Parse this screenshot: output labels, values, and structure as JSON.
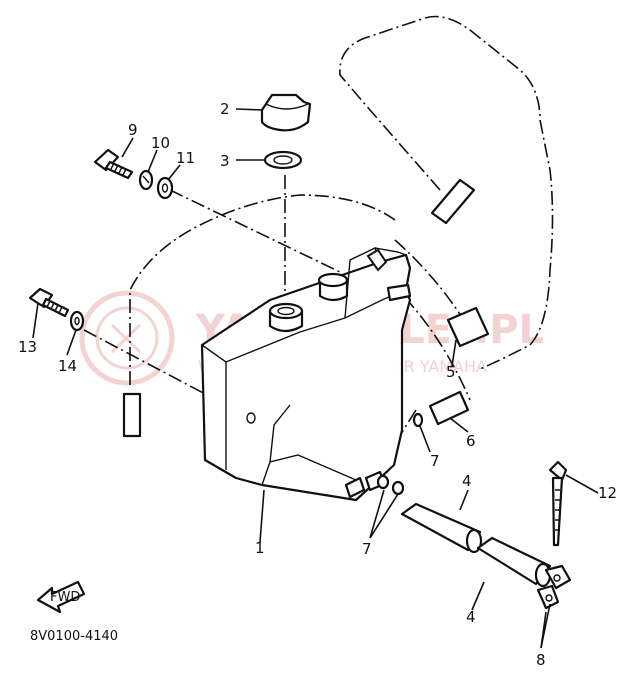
{
  "diagram": {
    "callouts": [
      "1",
      "2",
      "3",
      "4",
      "4",
      "5",
      "6",
      "7",
      "7",
      "8",
      "9",
      "10",
      "11",
      "12",
      "13",
      "14"
    ],
    "figure_code": "8V0100-4140",
    "fwd_label": "FWD"
  },
  "watermark": {
    "title": "YAMA-SKLEP.PL",
    "subtitle": "WOJCIECHOWICZ | DEALER YAMAHA",
    "color": "#f0c4c4"
  },
  "colors": {
    "line": "#111111",
    "background": "#ffffff"
  }
}
